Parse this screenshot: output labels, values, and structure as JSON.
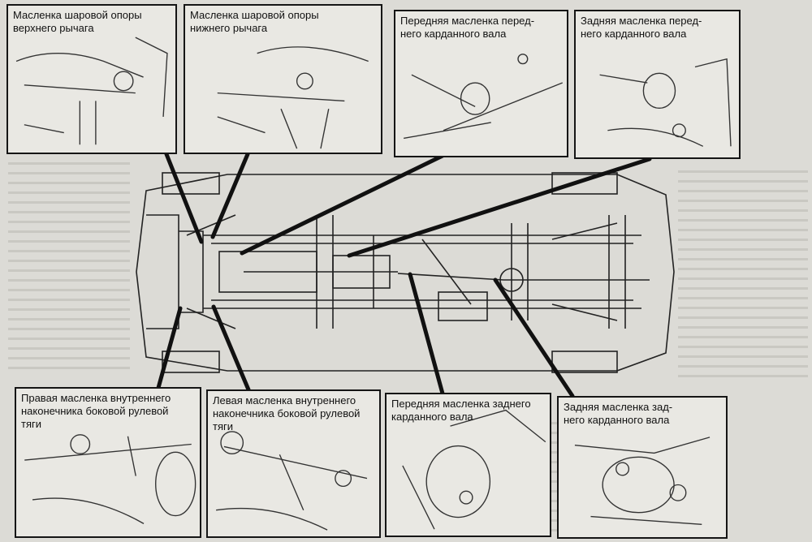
{
  "panels": {
    "upper_arm_ball_joint": "Масленка шаровой опоры\nверхнего рычага",
    "lower_arm_ball_joint": "Масленка шаровой опоры\nнижнего рычага",
    "front_shaft_front": "Передняя масленка перед-\nнего карданного вала",
    "front_shaft_rear": "Задняя масленка перед-\nнего карданного вала",
    "right_tie_rod": "Правая масленка внутреннего\nнаконечника боковой рулевой\nтяги",
    "left_tie_rod": "Левая масленка внутреннего\nнаконечника боковой рулевой\nтяги",
    "rear_shaft_front": "Передняя масленка заднего\nкарданного вала",
    "rear_shaft_rear": "Задняя масленка зад-\nнего карданного вала"
  }
}
